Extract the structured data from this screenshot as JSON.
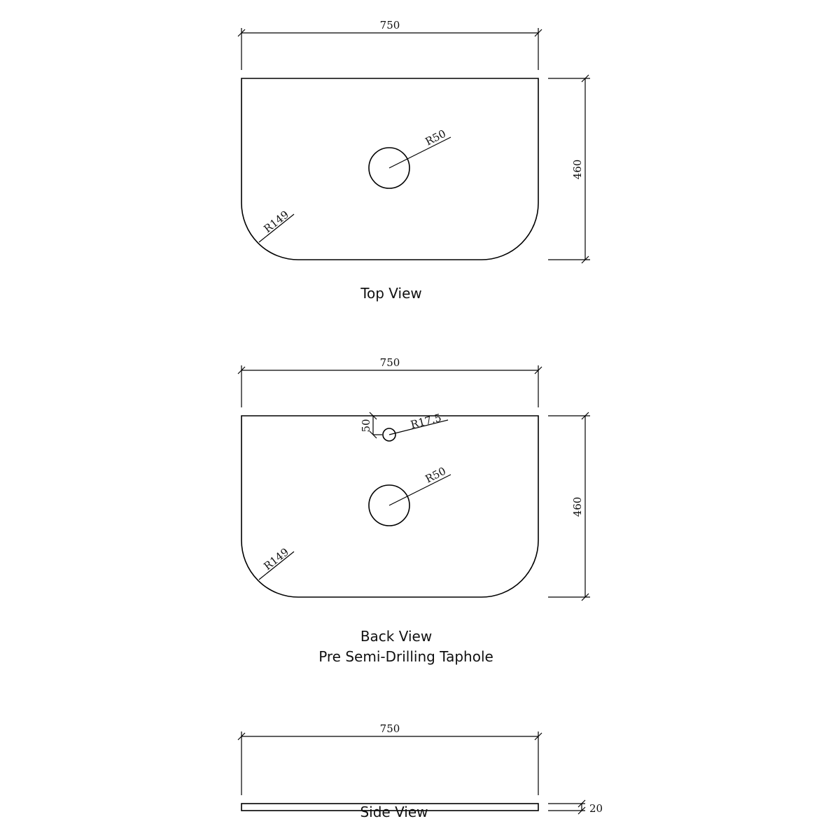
{
  "views": [
    {
      "id": "top",
      "title": "Top View",
      "subtitle": "",
      "width_label": "750",
      "depth_label": "460",
      "corner_radius_label": "R149",
      "basin_hole_label": "R50",
      "taphole_label": "",
      "taphole_offset_label": ""
    },
    {
      "id": "back",
      "title": "Back View",
      "subtitle": "Pre Semi-Drilling Taphole",
      "width_label": "750",
      "depth_label": "460",
      "corner_radius_label": "R149",
      "basin_hole_label": "R50",
      "taphole_label": "R17.5",
      "taphole_offset_label": "50"
    },
    {
      "id": "side",
      "title": "Side View",
      "width_label": "750",
      "thickness_label": "20"
    }
  ]
}
